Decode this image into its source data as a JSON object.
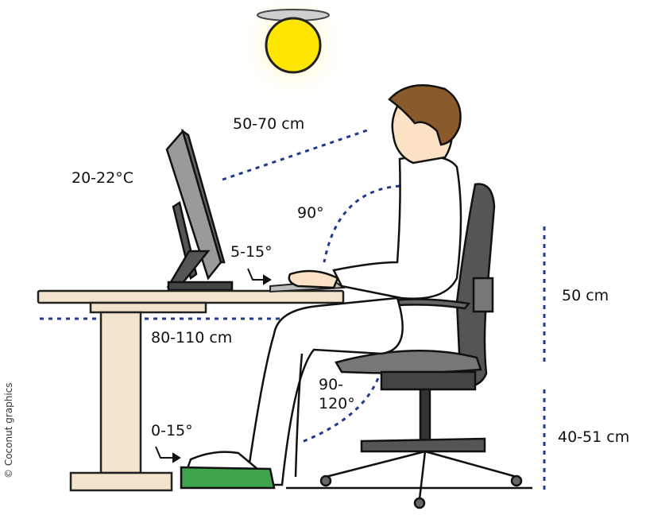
{
  "labels": {
    "lamp_distance": "50-70 cm",
    "temperature": "20-22°C",
    "arm_angle": "90°",
    "wrist_angle": "5-15°",
    "desk_height": "80-110 cm",
    "knee_angle_top": "90-",
    "knee_angle_bottom": "120°",
    "foot_angle": "0-15°",
    "backrest_height": "50 cm",
    "seat_height": "40-51 cm"
  },
  "credit": "© Coconut graphics",
  "colors": {
    "lamp": "#ffe600",
    "desk": "#f2e3cc",
    "footrest": "#3fa34d",
    "chair": "#555555",
    "guide": "#1f3a8a",
    "hair": "#8b5a2b",
    "skin": "#fbe2c4"
  }
}
